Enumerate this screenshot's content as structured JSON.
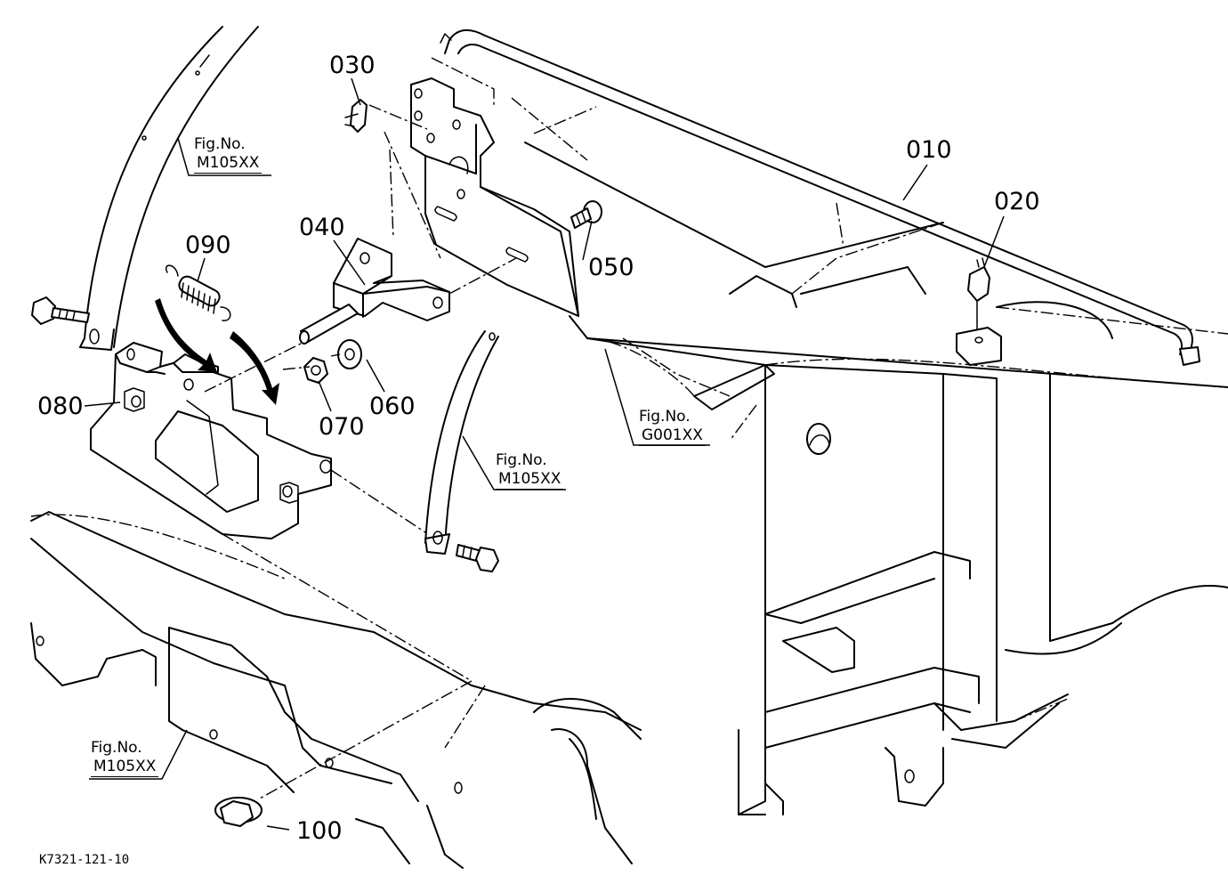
{
  "part_labels": {
    "p010": "010",
    "p020": "020",
    "p030": "030",
    "p040": "040",
    "p050": "050",
    "p060": "060",
    "p070": "070",
    "p080": "080",
    "p090": "090",
    "p100": "100"
  },
  "figure_refs": {
    "ref_top_left": {
      "line1": "Fig.No.",
      "line2": "M105XX"
    },
    "ref_mid": {
      "line1": "Fig.No.",
      "line2": "M105XX"
    },
    "ref_frame": {
      "line1": "Fig.No.",
      "line2": "G001XX"
    },
    "ref_bottom_left": {
      "line1": "Fig.No.",
      "line2": "M105XX"
    }
  },
  "drawing_code": "K7321-121-10"
}
